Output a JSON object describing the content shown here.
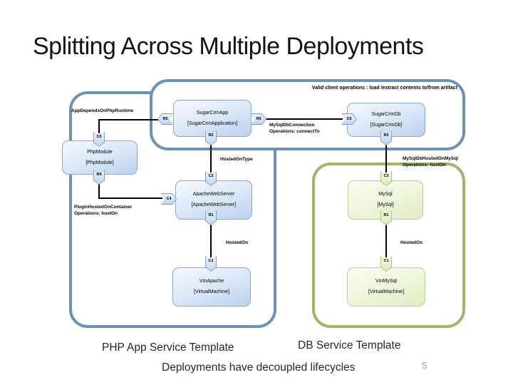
{
  "slide": {
    "title": "Splitting Across Multiple Deployments",
    "page_number": "5",
    "client_operations_note": "Valid client operations : load /extract contents to/from artifact",
    "captions": {
      "php_app_template": "PHP App Service Template",
      "db_template": "DB Service Template",
      "tagline": "Deployments have decoupled lifecycles"
    }
  },
  "diagram": {
    "nodes": {
      "sugar_crm_app": {
        "name": "SugarCrmApp",
        "type": "[SugarCrmApplication]"
      },
      "sugar_crm_db": {
        "name": "SugarCrmDb",
        "type": "[SugarCrmDb]"
      },
      "php_module": {
        "name": "PhpModule",
        "type": "[PhpModule]"
      },
      "apache_web_server": {
        "name": "ApacheWebServer",
        "type": "[ApacheWebServer]"
      },
      "mysql": {
        "name": "MySql",
        "type": "[MySql]"
      },
      "vm_apache": {
        "name": "VmApache",
        "type": "[VirtualMachine]"
      },
      "vm_mysql": {
        "name": "VmMySql",
        "type": "[VirtualMachine]"
      }
    },
    "connectors": {
      "r5": "R5",
      "r6": "R6",
      "c6": "C6",
      "r2": "R2",
      "c5": "C5",
      "r4": "R4",
      "c4": "C4",
      "c2": "C2",
      "r1_apache": "R1",
      "c1_vm_apache": "C1",
      "r3": "R3",
      "c3": "C3",
      "r1_mysql": "R1",
      "c1_vm_mysql": "C1"
    },
    "relationships": {
      "app_depends_on_php_runtime": {
        "name": "AppDependsOnPhpRuntime"
      },
      "mysql_db_connection": {
        "name": "MySqlDbConnection",
        "operations": "Operations: connectTo"
      },
      "hosted_on_type": {
        "name": "HostedOnType"
      },
      "plugin_hosted_on_container": {
        "name": "PluginHostedOnContainer",
        "operations": "Operations: hostOn"
      },
      "mysql_db_hosted_on_mysql": {
        "name": "MySqlDbHostedOnMySql",
        "operations": "Operations: hostOn"
      },
      "hosted_on_left": {
        "name": "HostedOn"
      },
      "hosted_on_right": {
        "name": "HostedOn"
      }
    }
  },
  "colors": {
    "blue_container_border": "#6C93B5",
    "green_container_border": "#9CB867",
    "blue_node_border": "#89A8CE",
    "green_node_border": "#BACF92",
    "relationship_line": "#000000"
  }
}
